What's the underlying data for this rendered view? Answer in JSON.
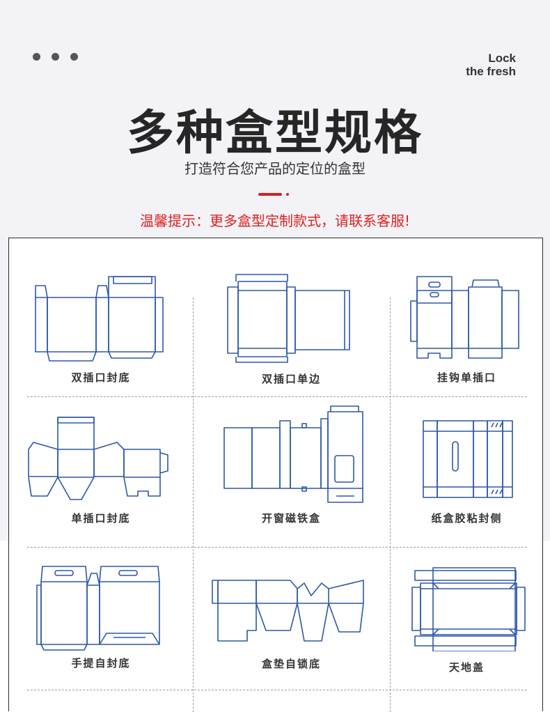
{
  "brand": {
    "line1": "Lock",
    "line2": "the fresh"
  },
  "title": "多种盒型规格",
  "subtitle": "打造符合您产品的定位的盒型",
  "notice": "温馨提示：更多盒型定制款式，请联系客服!",
  "accent_color": "#d42121",
  "line_color": "#2b57a8",
  "boxes": [
    {
      "label": "双插口封底",
      "icon": "box-template-icon"
    },
    {
      "label": "双插口单边",
      "icon": "box-template-icon"
    },
    {
      "label": "挂钩单插口",
      "icon": "box-template-icon"
    },
    {
      "label": "单插口封底",
      "icon": "box-template-icon"
    },
    {
      "label": "开窗磁铁盒",
      "icon": "box-template-icon"
    },
    {
      "label": "纸盒胶粘封侧",
      "icon": "box-template-icon"
    },
    {
      "label": "手提自封底",
      "icon": "box-template-icon"
    },
    {
      "label": "盒垫自锁底",
      "icon": "box-template-icon"
    },
    {
      "label": "天地盖",
      "icon": "box-template-icon"
    }
  ]
}
